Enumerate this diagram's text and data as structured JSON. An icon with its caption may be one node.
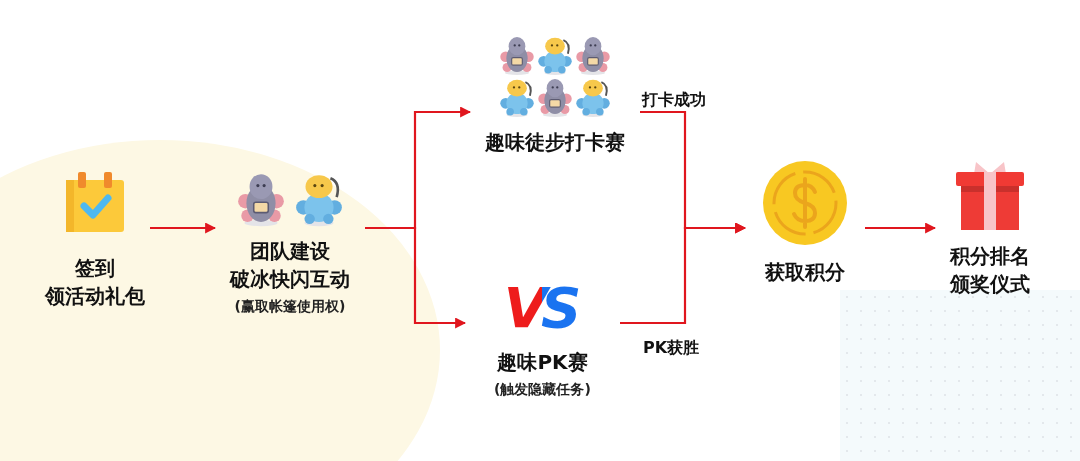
{
  "diagram": {
    "nodes": [
      {
        "text": [
          "签到",
          "领活动礼包"
        ]
      },
      {
        "text": [
          "团队建设",
          "破冰快闪互动",
          "(赢取帐篷使用权)"
        ]
      },
      {
        "text": [
          "趣味徒步打卡赛"
        ]
      },
      {
        "text": [
          "VS",
          "趣味PK赛",
          "(触发隐藏任务)"
        ]
      },
      {
        "text": [
          "获取积分"
        ]
      },
      {
        "text": [
          "积分排名",
          "颁奖仪式"
        ]
      }
    ],
    "edges": [
      {
        "from": 0,
        "to": 1,
        "arrow": "to"
      },
      {
        "from": 1,
        "to": 2,
        "arrow": "to"
      },
      {
        "from": 1,
        "to": 3,
        "arrow": "to"
      },
      {
        "from": 2,
        "to": 4,
        "arrow": "to",
        "label": "打卡成功"
      },
      {
        "from": 3,
        "to": 4,
        "arrow": "to",
        "label": "PK获胜"
      },
      {
        "from": 4,
        "to": 5,
        "arrow": "to"
      }
    ]
  }
}
